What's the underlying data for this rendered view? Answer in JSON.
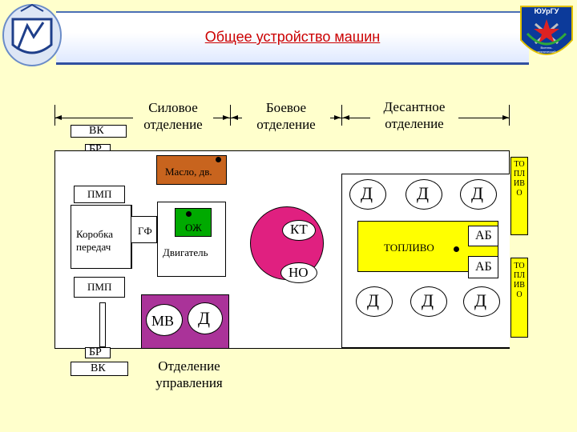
{
  "header": {
    "title": "Общее устройство машин",
    "logo_right_text": "ЮУрГУ",
    "logo_right_caption": "Военно-технический факультет"
  },
  "sections": {
    "power": "Силовое отделение",
    "combat": "Боевое отделение",
    "troop": "Десантное отделение",
    "control": "Отделение управления"
  },
  "labels": {
    "vk_top": "ВК",
    "br_top": "БР",
    "pmp_top": "ПМП",
    "pmp_bottom": "ПМП",
    "br_bottom": "БР",
    "vk_bottom": "ВК",
    "gearbox": "Коробка передач",
    "gf": "ГФ",
    "oil": "Масло, дв.",
    "coolant": "ОЖ",
    "engine": "Двигатель",
    "kt": "КТ",
    "no": "НО",
    "fuel": "ТОПЛИВО",
    "ab_top": "АБ",
    "ab_bottom": "АБ",
    "mv": "МВ",
    "d": "Д",
    "side_fuel_top": "ТОПЛИВО",
    "side_fuel_bottom": "ТОПЛИВО"
  },
  "colors": {
    "background": "#ffffcc",
    "title_red": "#cc0000",
    "oil_brown": "#c8641e",
    "coolant_green": "#00aa00",
    "turret_magenta": "#e02080",
    "control_purple": "#aa3399",
    "fuel_yellow": "#ffff00"
  }
}
